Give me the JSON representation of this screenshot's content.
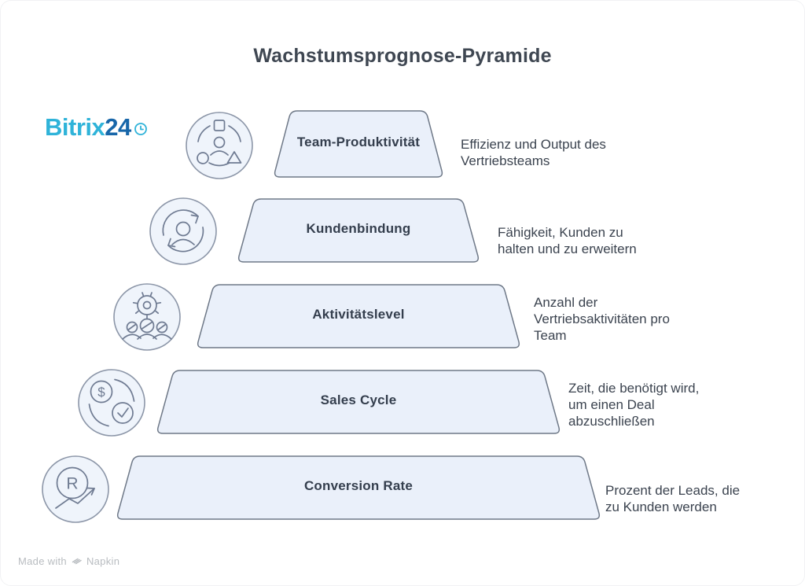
{
  "page": {
    "title": "Wachstumsprognose-Pyramide"
  },
  "logo": {
    "name": "Bitrix24",
    "part1": "Bitrix",
    "part2": "24",
    "icon": "clock-icon",
    "color_cyan": "#2fb3d9",
    "color_blue": "#1766a9"
  },
  "pyramid": {
    "shape_fill": "#eaf0fa",
    "shape_stroke": "#6e7887",
    "levels": [
      {
        "label": "Team-Produktivität",
        "description": "Effizienz und Output des Vertriebsteams",
        "icon": "team-shapes-icon"
      },
      {
        "label": "Kundenbindung",
        "description": "Fähigkeit, Kunden zu halten und zu erweitern",
        "icon": "person-cycle-icon"
      },
      {
        "label": "Aktivitätslevel",
        "description": "Anzahl der Vertriebsaktivitäten pro Team",
        "icon": "gear-team-icon"
      },
      {
        "label": "Sales Cycle",
        "description": "Zeit, die benötigt wird, um einen Deal abzuschließen",
        "icon": "dollar-check-cycle-icon"
      },
      {
        "label": "Conversion Rate",
        "description": "Prozent der Leads, die zu Kunden werden",
        "icon": "rate-arrow-icon"
      }
    ]
  },
  "icon_glyphs": {
    "dollar": "$",
    "rate": "R"
  },
  "footer": {
    "made_with": "Made with",
    "brand": "Napkin"
  }
}
